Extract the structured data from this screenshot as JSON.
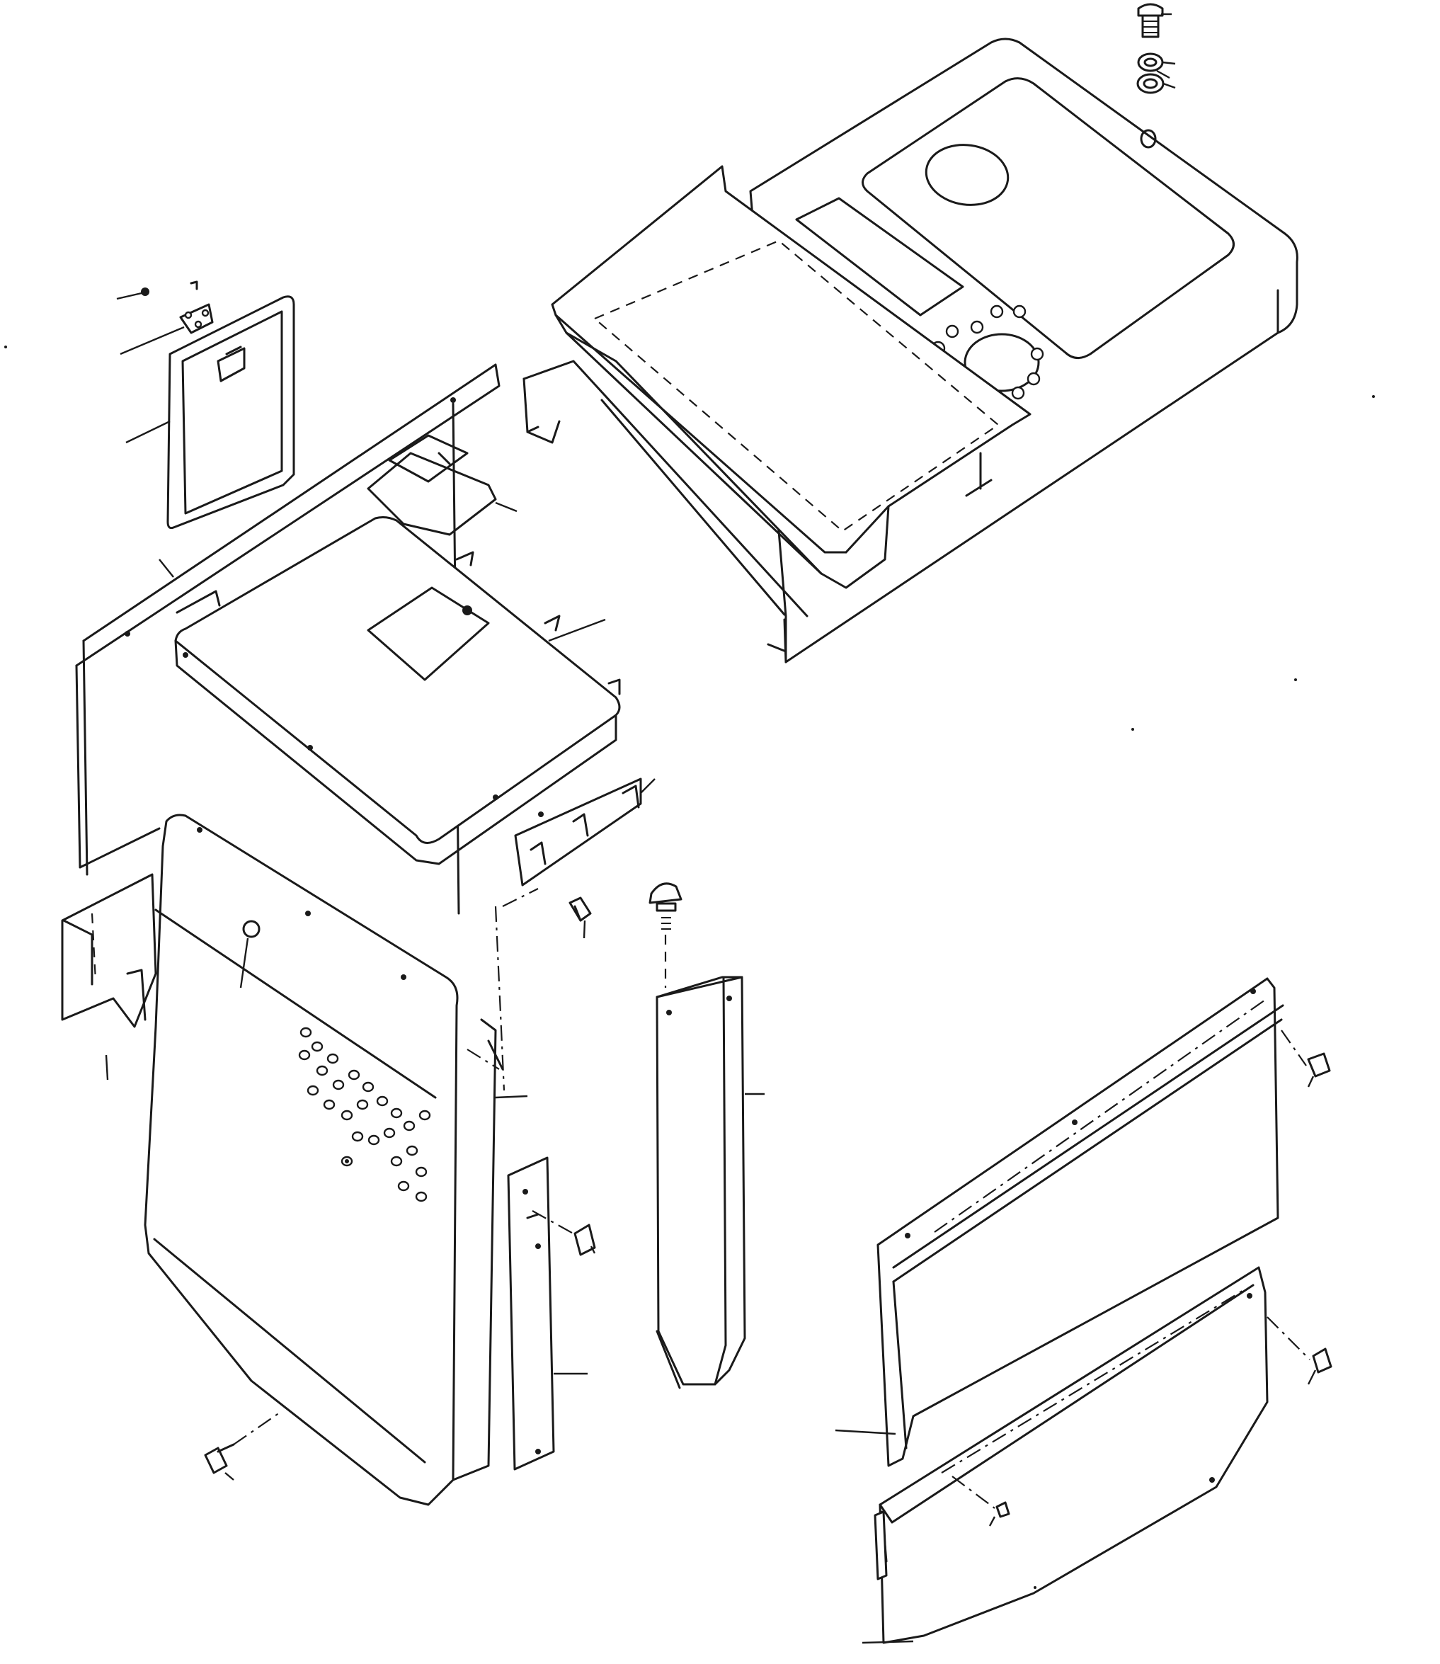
{
  "figure": {
    "description_text": "",
    "parts": [
      {
        "name": "console-top-cover"
      },
      {
        "name": "cap-screw-top-right"
      },
      {
        "name": "washers-top-right"
      },
      {
        "name": "inspection-door-upper-left"
      },
      {
        "name": "latch-assembly"
      },
      {
        "name": "side-panel-left-upper"
      },
      {
        "name": "seat-cover-center"
      },
      {
        "name": "handle-bracket"
      },
      {
        "name": "bracket-strip-right"
      },
      {
        "name": "rear-perforated-panel"
      },
      {
        "name": "left-side-bracket"
      },
      {
        "name": "vertical-strip"
      },
      {
        "name": "column-cover"
      },
      {
        "name": "knob-bolt"
      },
      {
        "name": "right-upper-panel"
      },
      {
        "name": "right-lower-panel"
      },
      {
        "name": "bolts"
      }
    ]
  },
  "colors": {
    "ink": "#1a1a1a",
    "paper": "#ffffff"
  }
}
